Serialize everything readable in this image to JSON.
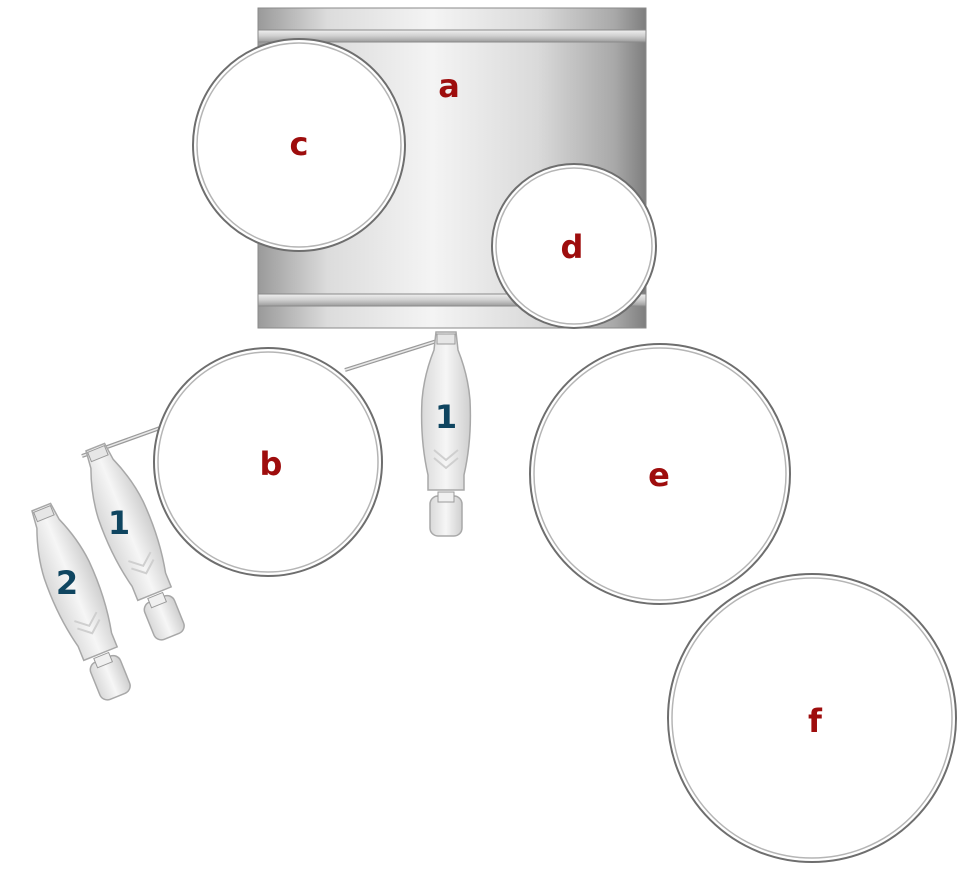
{
  "colors": {
    "drum_label": "#9e0d0d",
    "pedal_label": "#0f4560",
    "background": "#ffffff",
    "drum_outline": "#6e6e6e"
  },
  "bass_drum": {
    "label": "a"
  },
  "drums": [
    {
      "id": "c",
      "label": "c"
    },
    {
      "id": "d",
      "label": "d"
    },
    {
      "id": "b",
      "label": "b"
    },
    {
      "id": "e",
      "label": "e"
    },
    {
      "id": "f",
      "label": "f"
    }
  ],
  "pedals": [
    {
      "id": "main",
      "label": "1"
    },
    {
      "id": "left-1",
      "label": "1"
    },
    {
      "id": "left-2",
      "label": "2"
    }
  ]
}
